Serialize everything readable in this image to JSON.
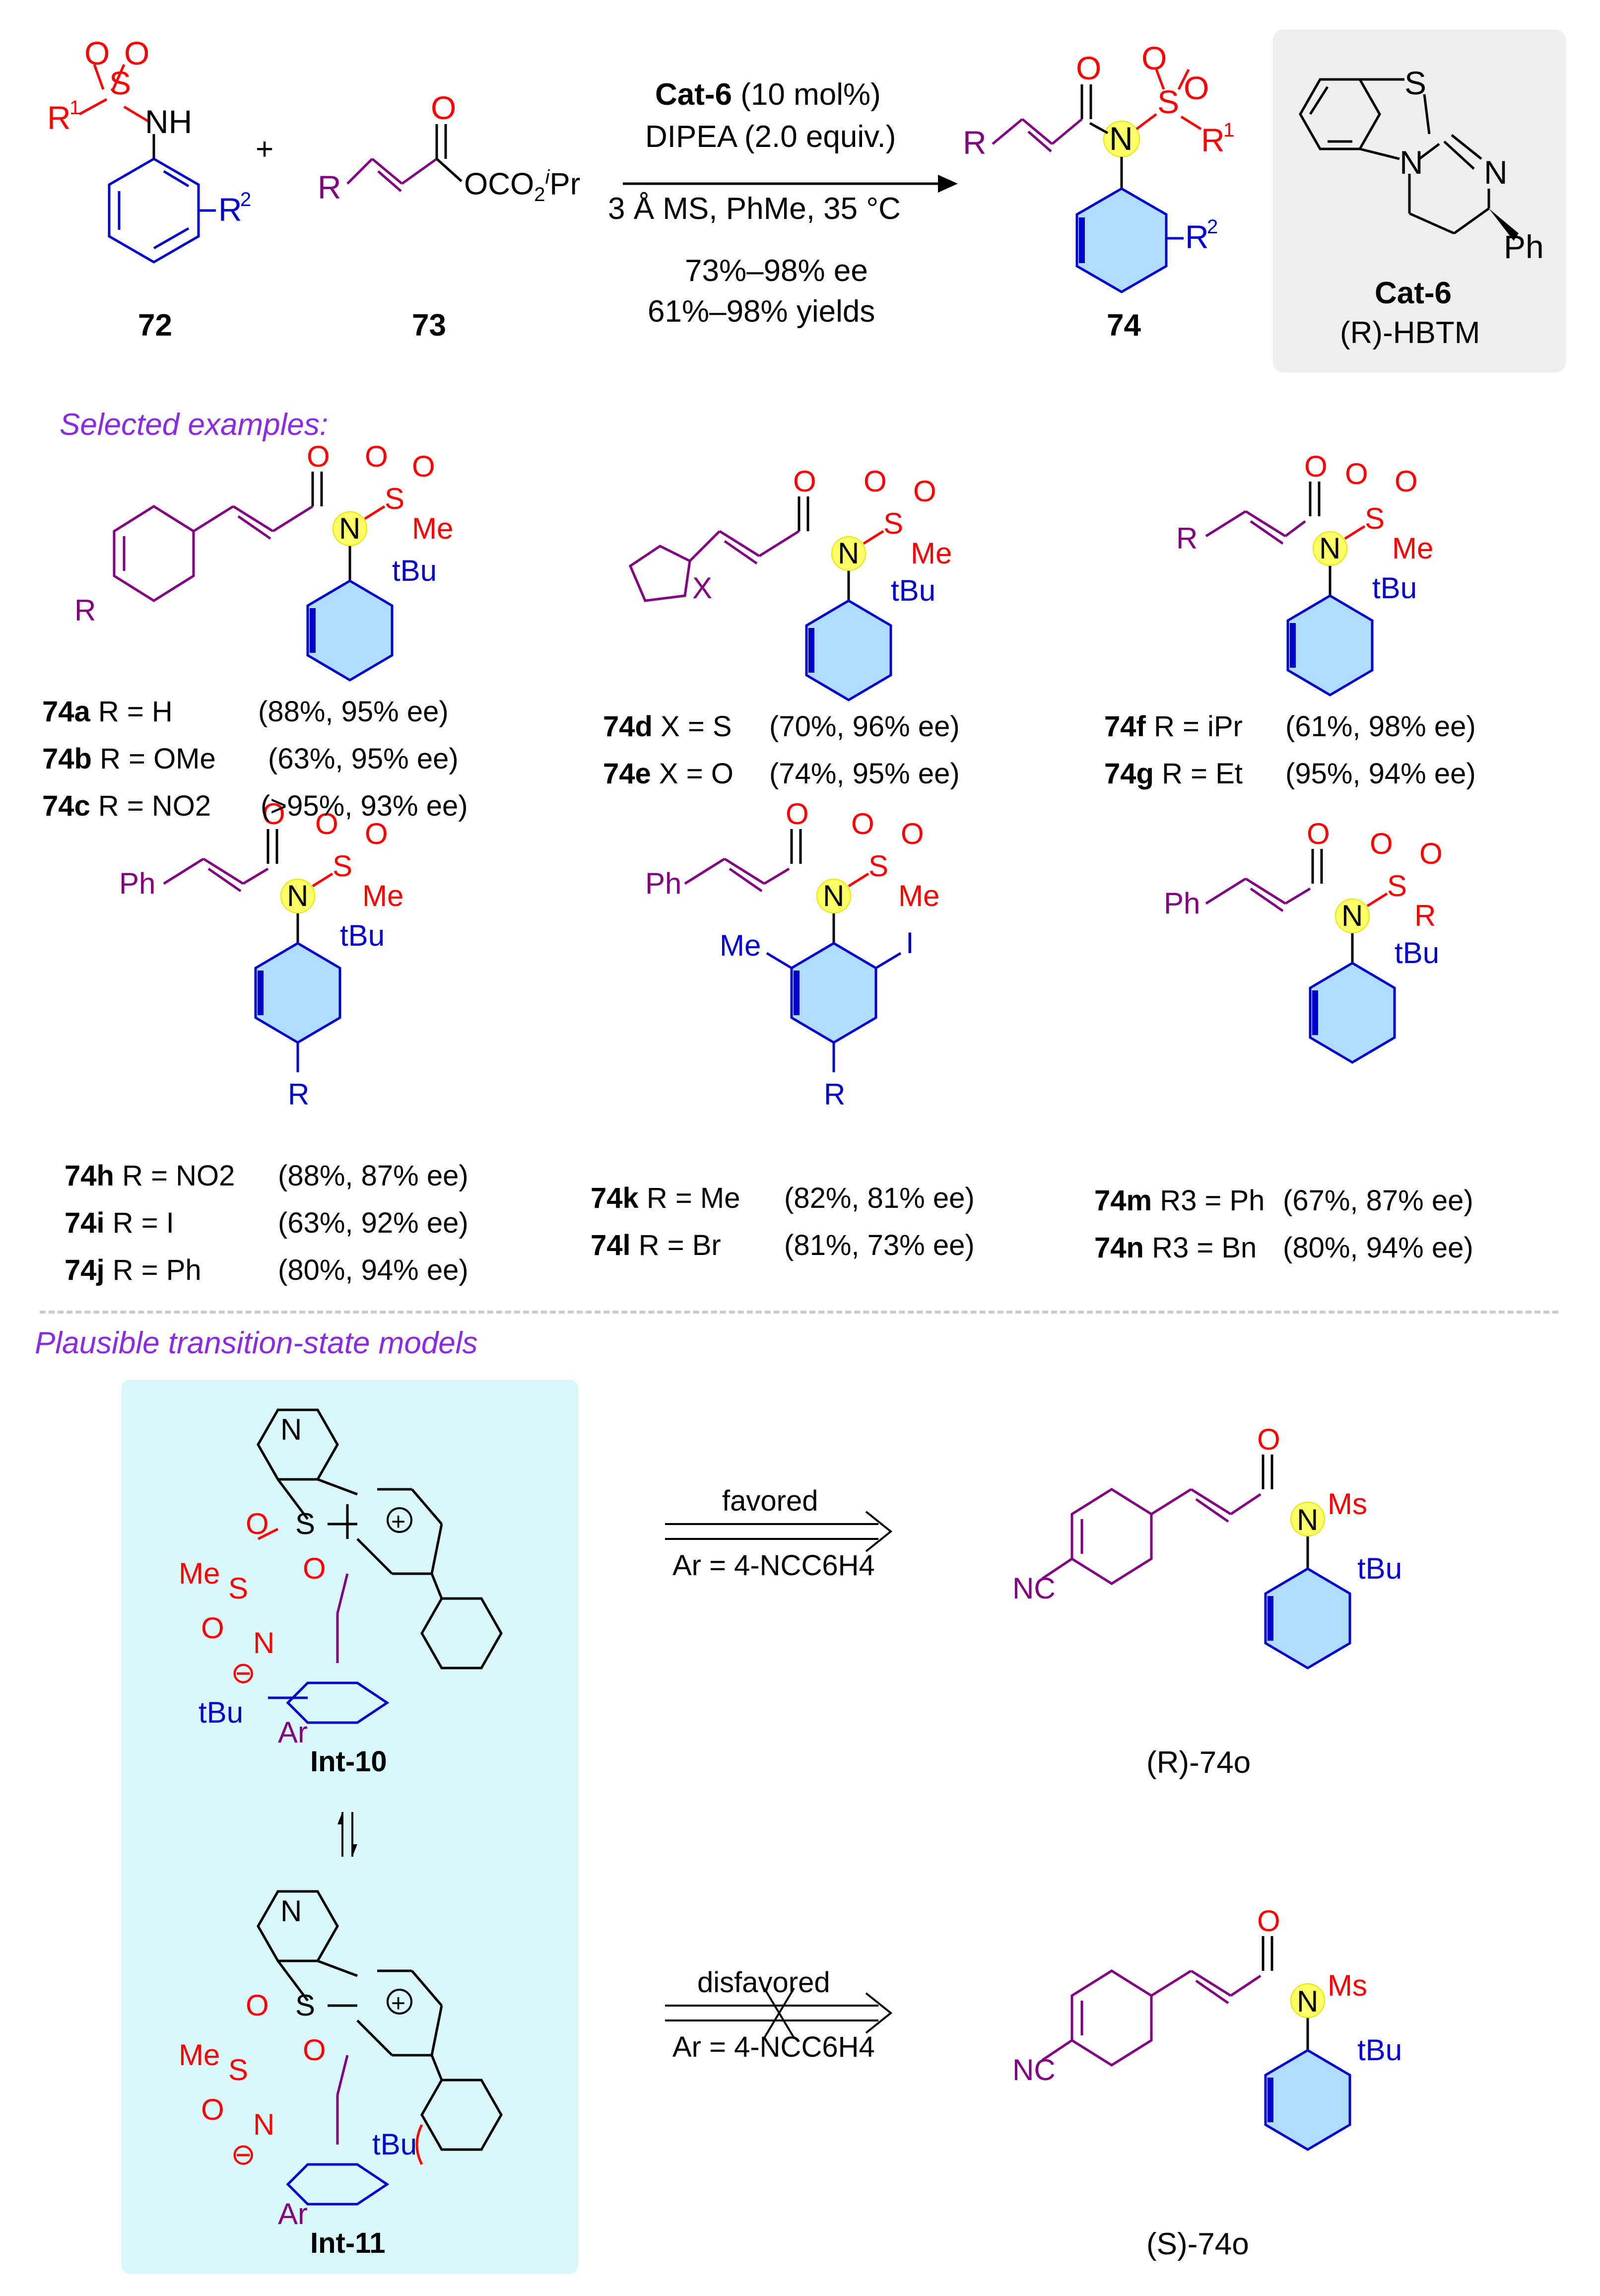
{
  "reaction": {
    "reactant1_label": "72",
    "reactant2_label": "73",
    "product_label": "74",
    "plus": "+",
    "cond_cat": "Cat-6",
    "cond_cat_loading": " (10 mol%)",
    "cond_base": "DIPEA (2.0 equiv.)",
    "cond_solvent": "3 Å MS, PhMe, 35 °C",
    "outcome_ee": "73%–98% ee",
    "outcome_yield": "61%–98% yields",
    "reactant2_group": "OCO2iPr"
  },
  "catalyst": {
    "name": "Cat-6",
    "subtitle": "(R)-HBTM",
    "atoms": [
      "S",
      "N",
      "N",
      "Ph"
    ]
  },
  "selected_title": "Selected examples:",
  "examples": [
    {
      "id": "74a",
      "text": "R = H",
      "result": "(88%, 95% ee)"
    },
    {
      "id": "74b",
      "text": "R = OMe",
      "result": "(63%, 95% ee)"
    },
    {
      "id": "74c",
      "text": "R = NO2",
      "result": "(>95%, 93% ee)"
    },
    {
      "id": "74d",
      "text": "X = S",
      "result": "(70%, 96% ee)"
    },
    {
      "id": "74e",
      "text": "X = O",
      "result": "(74%, 95% ee)"
    },
    {
      "id": "74f",
      "text": "R = iPr",
      "result": "(61%, 98% ee)"
    },
    {
      "id": "74g",
      "text": "R = Et",
      "result": "(95%, 94% ee)"
    },
    {
      "id": "74h",
      "text": "R = NO2",
      "result": "(88%, 87% ee)"
    },
    {
      "id": "74i",
      "text": "R = I",
      "result": "(63%, 92% ee)"
    },
    {
      "id": "74j",
      "text": "R = Ph",
      "result": "(80%, 94% ee)"
    },
    {
      "id": "74k",
      "text": "R = Me",
      "result": "(82%, 81% ee)"
    },
    {
      "id": "74l",
      "text": "R = Br",
      "result": "(81%, 73% ee)"
    },
    {
      "id": "74m",
      "text": "R3 = Ph",
      "result": "(67%, 87% ee)"
    },
    {
      "id": "74n",
      "text": "R3 = Bn",
      "result": "(80%, 94% ee)"
    }
  ],
  "ts_title": "Plausible transition-state models",
  "ts": {
    "int10": "Int-10",
    "int11": "Int-11",
    "favored": "favored",
    "disfavored": "disfavored",
    "ar_def": "Ar = 4-NCC6H4",
    "prod_R": "(R)-74o",
    "prod_S": "(S)-74o"
  },
  "colors": {
    "purple_text": "#8a2be2",
    "substituent_purple": "#800080",
    "sulfonyl_red": "#ff0000",
    "aryl_blue": "#0000cc",
    "aryl_fill": "#b0dcff",
    "highlight_yellow": "#ffff66",
    "panel_gray": "#eeeeee",
    "panel_cyan": "#d9f7fa"
  }
}
